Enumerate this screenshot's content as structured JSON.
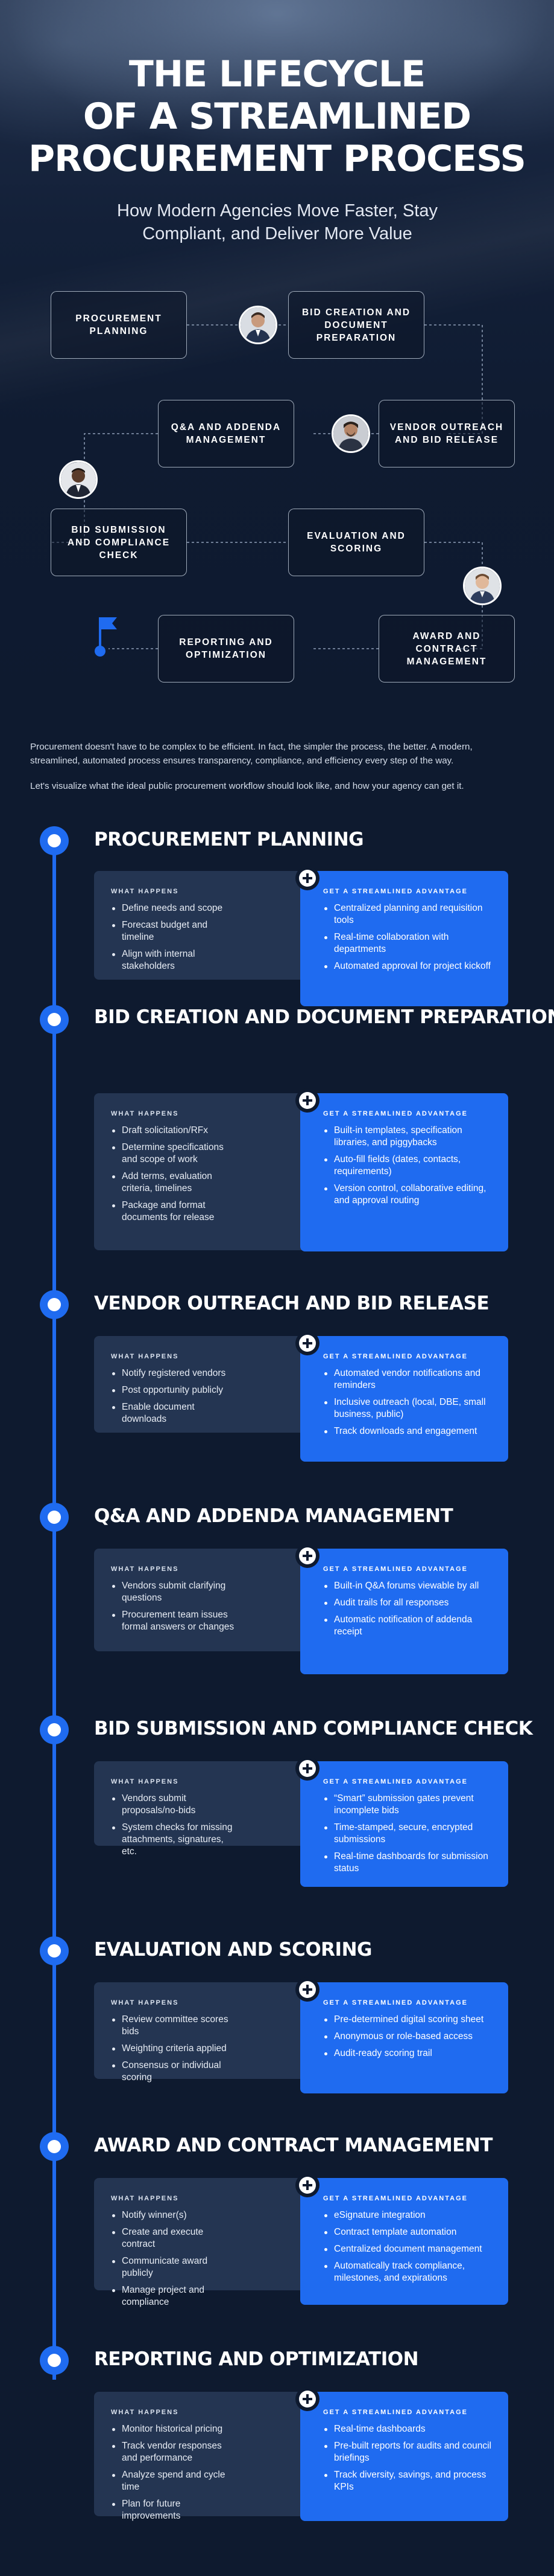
{
  "header": {
    "title_lines": [
      "The Lifecycle",
      "of a Streamlined",
      "Procurement Process"
    ],
    "subtitle": "How Modern Agencies Move Faster, Stay Compliant, and Deliver More Value"
  },
  "flow": {
    "boxes": [
      "PROCUREMENT PLANNING",
      "BID CREATION AND DOCUMENT PREPARATION",
      "VENDOR OUTREACH AND BID RELEASE",
      "Q&A AND ADDENDA MANAGEMENT",
      "BID SUBMISSION AND COMPLIANCE CHECK",
      "EVALUATION AND SCORING",
      "AWARD AND CONTRACT MANAGEMENT",
      "REPORTING AND OPTIMIZATION"
    ],
    "icons": [
      "person-avatar-icon",
      "flag-icon"
    ],
    "colors": {
      "accent": "#1f6bf0",
      "line": "#8fa0b8"
    }
  },
  "intro": {
    "p1": "Procurement doesn't have to be complex to be efficient. In fact, the simpler the process, the better. A modern, streamlined, automated process ensures transparency, compliance, and efficiency every step of the way.",
    "p2": "Let's visualize what the ideal public procurement workflow should look like, and how your agency can get it."
  },
  "labels": {
    "what_happens": "WHAT HAPPENS",
    "advantage": "GET A STREAMLINED ADVANTAGE"
  },
  "sections": [
    {
      "title": "Procurement Planning",
      "what": [
        "Define needs and scope",
        "Forecast budget and timeline",
        "Align with internal stakeholders"
      ],
      "advantage": [
        "Centralized planning and requisition tools",
        "Real-time collaboration with departments",
        "Automated approval for project kickoff"
      ]
    },
    {
      "title": "Bid Creation and Document Preparation",
      "what": [
        "Draft solicitation/RFx",
        "Determine specifications and scope of work",
        "Add terms, evaluation criteria, timelines",
        "Package and format documents for release"
      ],
      "advantage": [
        "Built-in templates, specification libraries, and piggybacks",
        "Auto-fill fields (dates, contacts, requirements)",
        "Version control, collaborative editing, and approval routing"
      ]
    },
    {
      "title": "Vendor Outreach and Bid Release",
      "what": [
        "Notify registered vendors",
        "Post opportunity publicly",
        "Enable document downloads"
      ],
      "advantage": [
        "Automated vendor notifications and reminders",
        "Inclusive outreach (local, DBE, small business, public)",
        "Track downloads and engagement"
      ]
    },
    {
      "title": "Q&A and Addenda Management",
      "what": [
        "Vendors submit clarifying questions",
        "Procurement team issues formal answers or changes"
      ],
      "advantage": [
        "Built-in Q&A forums viewable by all",
        "Audit trails for all responses",
        "Automatic notification of addenda receipt"
      ]
    },
    {
      "title": "Bid Submission and Compliance Check",
      "what": [
        "Vendors submit proposals/no-bids",
        "System checks for missing attachments, signatures, etc."
      ],
      "advantage": [
        "“Smart” submission gates prevent incomplete bids",
        "Time-stamped, secure, encrypted submissions",
        "Real-time dashboards for submission status"
      ]
    },
    {
      "title": "Evaluation and Scoring",
      "what": [
        "Review committee scores bids",
        "Weighting criteria applied",
        "Consensus or individual scoring"
      ],
      "advantage": [
        "Pre-determined digital scoring sheet",
        "Anonymous or role-based access",
        "Audit-ready scoring trail"
      ]
    },
    {
      "title": "Award and Contract Management",
      "what": [
        "Notify winner(s)",
        "Create and execute contract",
        "Communicate award publicly",
        "Manage project and compliance"
      ],
      "advantage": [
        "eSignature integration",
        "Contract template automation",
        "Centralized document management",
        "Automatically track compliance, milestones, and expirations"
      ]
    },
    {
      "title": "Reporting and Optimization",
      "what": [
        "Monitor historical pricing",
        "Track vendor responses and performance",
        "Analyze spend and cycle time",
        "Plan for future improvements"
      ],
      "advantage": [
        "Real-time dashboards",
        "Pre-built reports for audits and council briefings",
        "Track diversity, savings, and process KPIs"
      ]
    }
  ]
}
